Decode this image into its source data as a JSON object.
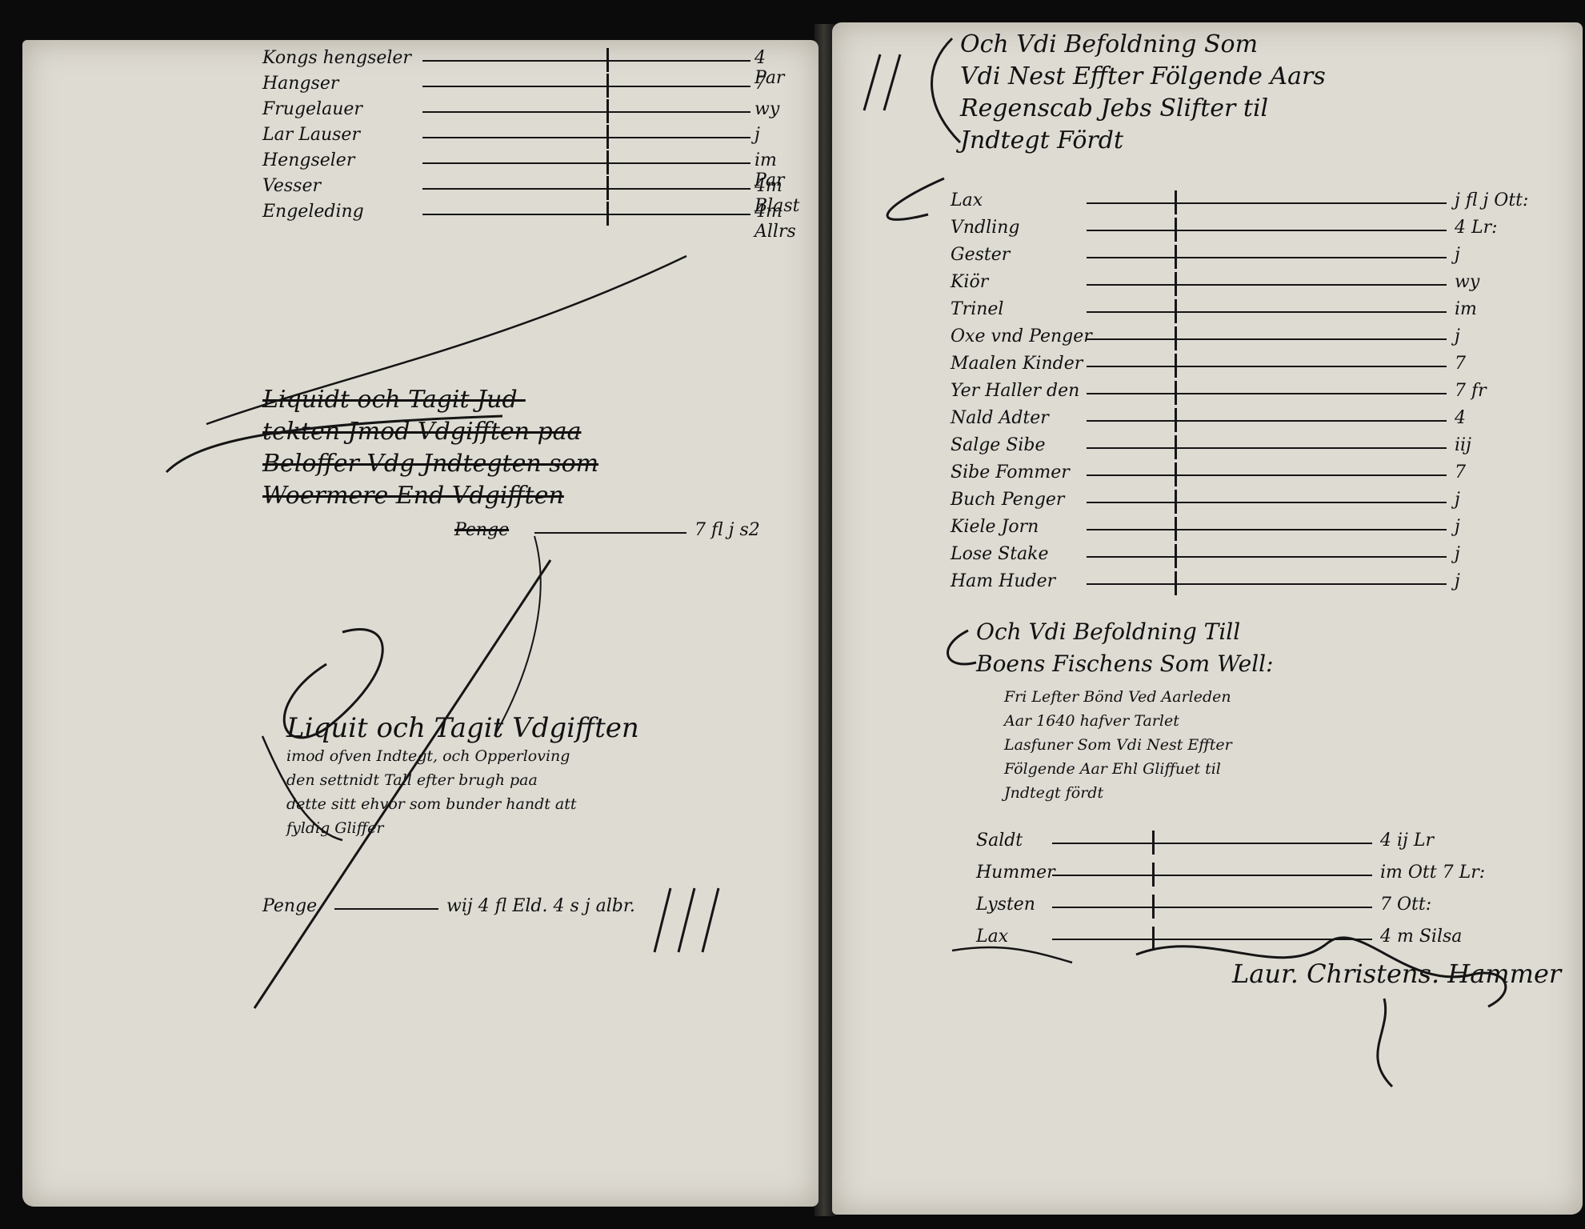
{
  "left_page": {
    "top_entries": [
      {
        "label": "Kongs hengseler",
        "value": "4 Par"
      },
      {
        "label": "Hangser",
        "value": "7"
      },
      {
        "label": "Frugelauer",
        "value": "wy"
      },
      {
        "label": "Lar Lauser",
        "value": "j"
      },
      {
        "label": "Hengseler",
        "value": "im Par"
      },
      {
        "label": "Vesser",
        "value": "4m Blast"
      },
      {
        "label": "Engeleding",
        "value": "4m Allrs"
      }
    ],
    "struck_block": {
      "lines": [
        "Liquidt och Tagit Jud-",
        "tekten Jmod Vdgifften paa",
        "Beloffer Vdg Jndtegten som",
        "Woermere End Vdgifften"
      ],
      "total_label": "Penge",
      "total_value": "7 fl j s2"
    },
    "final_block": {
      "heading": "Liquit och Tagit Vdgifften",
      "lines": [
        "imod ofven Indtegt, och Opperloving",
        "den settnidt Tall efter brugh paa",
        "dette sitt ehvor som bunder handt att",
        "fyldig Gliffer"
      ],
      "total_label": "Penge",
      "total_value": "wij 4 fl Eld. 4 s j albr."
    }
  },
  "right_page": {
    "header_lines": [
      "Och Vdi Befoldning Som",
      "Vdi Nest Effter Fölgende Aars",
      "Regenscab Jebs Slifter til",
      "Jndtegt Fördt"
    ],
    "entries": [
      {
        "label": "Lax",
        "value": "j fl j Ott:"
      },
      {
        "label": "Vndling",
        "value": "4 Lr:"
      },
      {
        "label": "Gester",
        "value": "j"
      },
      {
        "label": "Kiör",
        "value": "wy"
      },
      {
        "label": "Trinel",
        "value": "im"
      },
      {
        "label": "Oxe vnd Penger",
        "value": "j"
      },
      {
        "label": "Maalen Kinder",
        "value": "7"
      },
      {
        "label": "Yer Haller den",
        "value": "7 fr"
      },
      {
        "label": "Nald Adter",
        "value": "4"
      },
      {
        "label": "Salge Sibe",
        "value": "iij"
      },
      {
        "label": "Sibe Fommer",
        "value": "7"
      },
      {
        "label": "Buch Penger",
        "value": "j"
      },
      {
        "label": "Kiele Jorn",
        "value": "j"
      },
      {
        "label": "Lose Stake",
        "value": "j"
      },
      {
        "label": "Ham Huder",
        "value": "j"
      }
    ],
    "second_header": [
      "Och Vdi Befoldning Till",
      "Boens Fischens Som Well:"
    ],
    "second_lines": [
      "Fri Lefter Bönd Ved Aarleden",
      "Aar 1640 hafver Tarlet",
      "Lasfuner Som Vdi Nest Effter",
      "Fölgende Aar Ehl Gliffuet til",
      "Jndtegt fördt"
    ],
    "second_entries": [
      {
        "label": "Saldt",
        "value": "4 ij Lr"
      },
      {
        "label": "Hummer",
        "value": "im Ott 7 Lr:"
      },
      {
        "label": "Lysten",
        "value": "7 Ott:"
      },
      {
        "label": "Lax",
        "value": "4 m Silsa"
      }
    ],
    "signature": "Laur. Christens. Hammer"
  }
}
